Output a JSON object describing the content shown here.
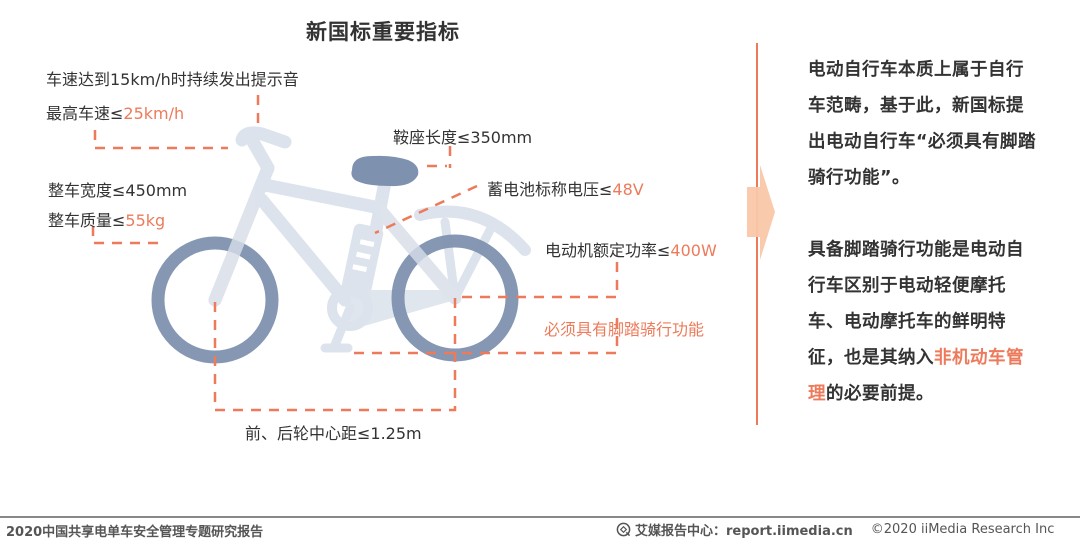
{
  "title": "新国标重要指标",
  "labels": {
    "alert_sound": "车速达到15km/h时持续发出提示音",
    "max_speed_prefix": "最高车速≤",
    "max_speed_value": "25km/h",
    "saddle_length": "鞍座长度≤350mm",
    "battery_voltage_prefix": "蓄电池标称电压≤",
    "battery_voltage_value": "48V",
    "width": "整车宽度≤450mm",
    "mass_prefix": "整车质量≤",
    "mass_value": "55kg",
    "motor_power_prefix": "电动机额定功率≤",
    "motor_power_value": "400W",
    "pedal_required": "必须具有脚踏骑行功能",
    "wheelbase": "前、后轮中心距≤1.25m"
  },
  "side_text": {
    "para1": "电动自行车本质上属于自行车范畴，基于此，新国标提出电动自行车“必须具有脚踏骑行功能”。",
    "para2_prefix": "具备脚踏骑行功能是电动自行车区别于电动轻便摩托车、电动摩托车的鲜明特征，也是其纳入",
    "para2_highlight": "非机动车管理",
    "para2_suffix": "的必要前提。"
  },
  "footer": {
    "report_title": "2020中国共享电单车安全管理专题研究报告",
    "source_label": "艾媒报告中心：report.iimedia.cn",
    "copyright": "©2020  iiMedia Research  Inc",
    "icon": "iimedia-logo-icon"
  },
  "colors": {
    "accent_orange": "#ED7B5B",
    "wheel_blue": "#7E91AF",
    "frame_light": "#DDE3EC",
    "arrow_fill": "#F9C8A8",
    "divider": "#ED7B5B"
  }
}
